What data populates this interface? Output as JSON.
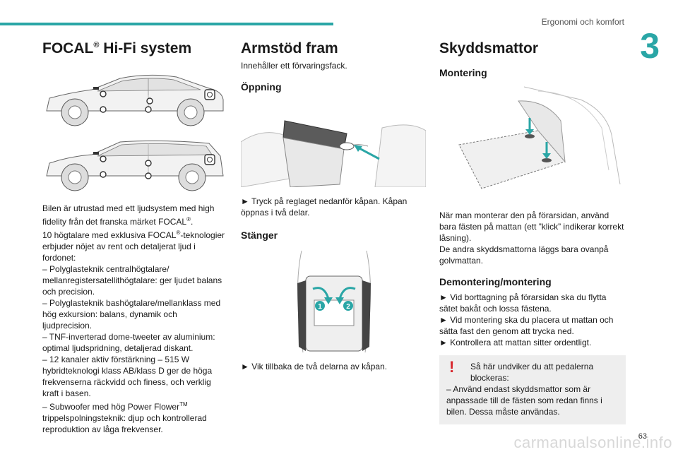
{
  "header": {
    "section": "Ergonomi och komfort",
    "chapter": "3",
    "page": "63",
    "watermark": "carmanualsonline.info"
  },
  "col1": {
    "title": "FOCAL",
    "title_sup": "®",
    "title_rest": " Hi-Fi system",
    "intro_a": "Bilen är utrustad med ett ljudsystem med high fidelity från det franska märket FOCAL",
    "intro_sup": "®",
    "intro_b": ".",
    "speakers_a": "10 högtalare med exklusiva FOCAL",
    "speakers_sup": "®",
    "speakers_b": "-teknologier erbjuder nöjet av rent och detaljerat ljud i fordonet:",
    "item1": "– Polyglasteknik centralhögtalare/ mellanregistersatellithögtalare: ger ljudet balans och precision.",
    "item2": "– Polyglasteknik bashögtalare/mellanklass med hög exkursion: balans, dynamik och ljudprecision.",
    "item3": "– TNF-inverterad dome-tweeter av aluminium: optimal ljudspridning, detaljerad diskant.",
    "item4": "– 12 kanaler aktiv förstärkning – 515 W hybridteknologi klass AB/klass D ger de höga frekvenserna räckvidd och finess, och verklig kraft i basen.",
    "item5_a": "– Subwoofer med hög Power Flower",
    "item5_sup": "TM",
    "item5_b": " trippelspolningsteknik: djup och kontrollerad reproduktion av låga frekvenser."
  },
  "col2": {
    "title": "Armstöd fram",
    "intro": "Innehåller ett förvaringsfack.",
    "open_heading": "Öppning",
    "open_text": "► Tryck på reglaget nedanför kåpan. Kåpan öppnas i två delar.",
    "close_heading": "Stänger",
    "close_text": "► Vik tillbaka de två delarna av kåpan.",
    "label1": "1",
    "label2": "2"
  },
  "col3": {
    "title": "Skyddsmattor",
    "mount_heading": "Montering",
    "mount_text1": "När man monterar den på förarsidan, använd bara fästen på mattan (ett ”klick” indikerar korrekt låsning).",
    "mount_text2": "De andra skyddsmattorna läggs bara ovanpå golvmattan.",
    "remount_heading": "Demontering/montering",
    "step1": "► Vid borttagning på förarsidan ska du flytta sätet bakåt och lossa fästena.",
    "step2": "► Vid montering ska du placera ut mattan och sätta fast den genom att trycka ned.",
    "step3": "► Kontrollera att mattan sitter ordentligt.",
    "warn_mark": "!",
    "warn_title": "Så här undviker du att pedalerna blockeras:",
    "warn_text": "– Använd endast skyddsmattor som är anpassade till de fästen som redan finns i bilen. Dessa måste användas."
  },
  "colors": {
    "accent": "#2aa6a6",
    "warning": "#d7232a"
  }
}
